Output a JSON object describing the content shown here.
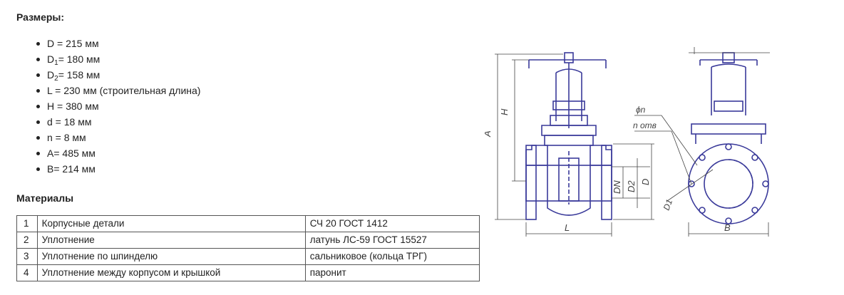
{
  "sections": {
    "dimensions_heading": "Размеры:",
    "materials_heading": "Материалы"
  },
  "dimensions": [
    {
      "base": "D",
      "sub": "",
      "rest": " = 215 мм"
    },
    {
      "base": "D",
      "sub": "1",
      "rest": "= 180 мм"
    },
    {
      "base": "D",
      "sub": "2",
      "rest": "= 158 мм"
    },
    {
      "base": "L",
      "sub": "",
      "rest": " = 230 мм (строительная длина)"
    },
    {
      "base": "H",
      "sub": "",
      "rest": " = 380 мм"
    },
    {
      "base": "d",
      "sub": "",
      "rest": " = 18 мм"
    },
    {
      "base": "n",
      "sub": "",
      "rest": " = 8 мм"
    },
    {
      "base": "A",
      "sub": "",
      "rest": "= 485 мм"
    },
    {
      "base": "B",
      "sub": "",
      "rest": "= 214 мм"
    }
  ],
  "materials": [
    {
      "num": "1",
      "part": "Корпусные детали",
      "material": "СЧ 20 ГОСТ 1412"
    },
    {
      "num": "2",
      "part": "Уплотнение",
      "material": "латунь ЛС-59 ГОСТ 15527"
    },
    {
      "num": "3",
      "part": "Уплотнение по шпинделю",
      "material": "сальниковое (кольца ТРГ)"
    },
    {
      "num": "4",
      "part": "Уплотнение между корпусом и крышкой",
      "material": "паронит"
    }
  ],
  "drawing": {
    "labels": {
      "A": "A",
      "H": "H",
      "L": "L",
      "DN": "DN",
      "D2": "D2",
      "D": "D",
      "phi_n": "ϕn",
      "n_otv": "n отв",
      "D1": "D1",
      "B": "B"
    },
    "colors": {
      "line": "#3a3a9a",
      "dim": "#444444"
    }
  }
}
